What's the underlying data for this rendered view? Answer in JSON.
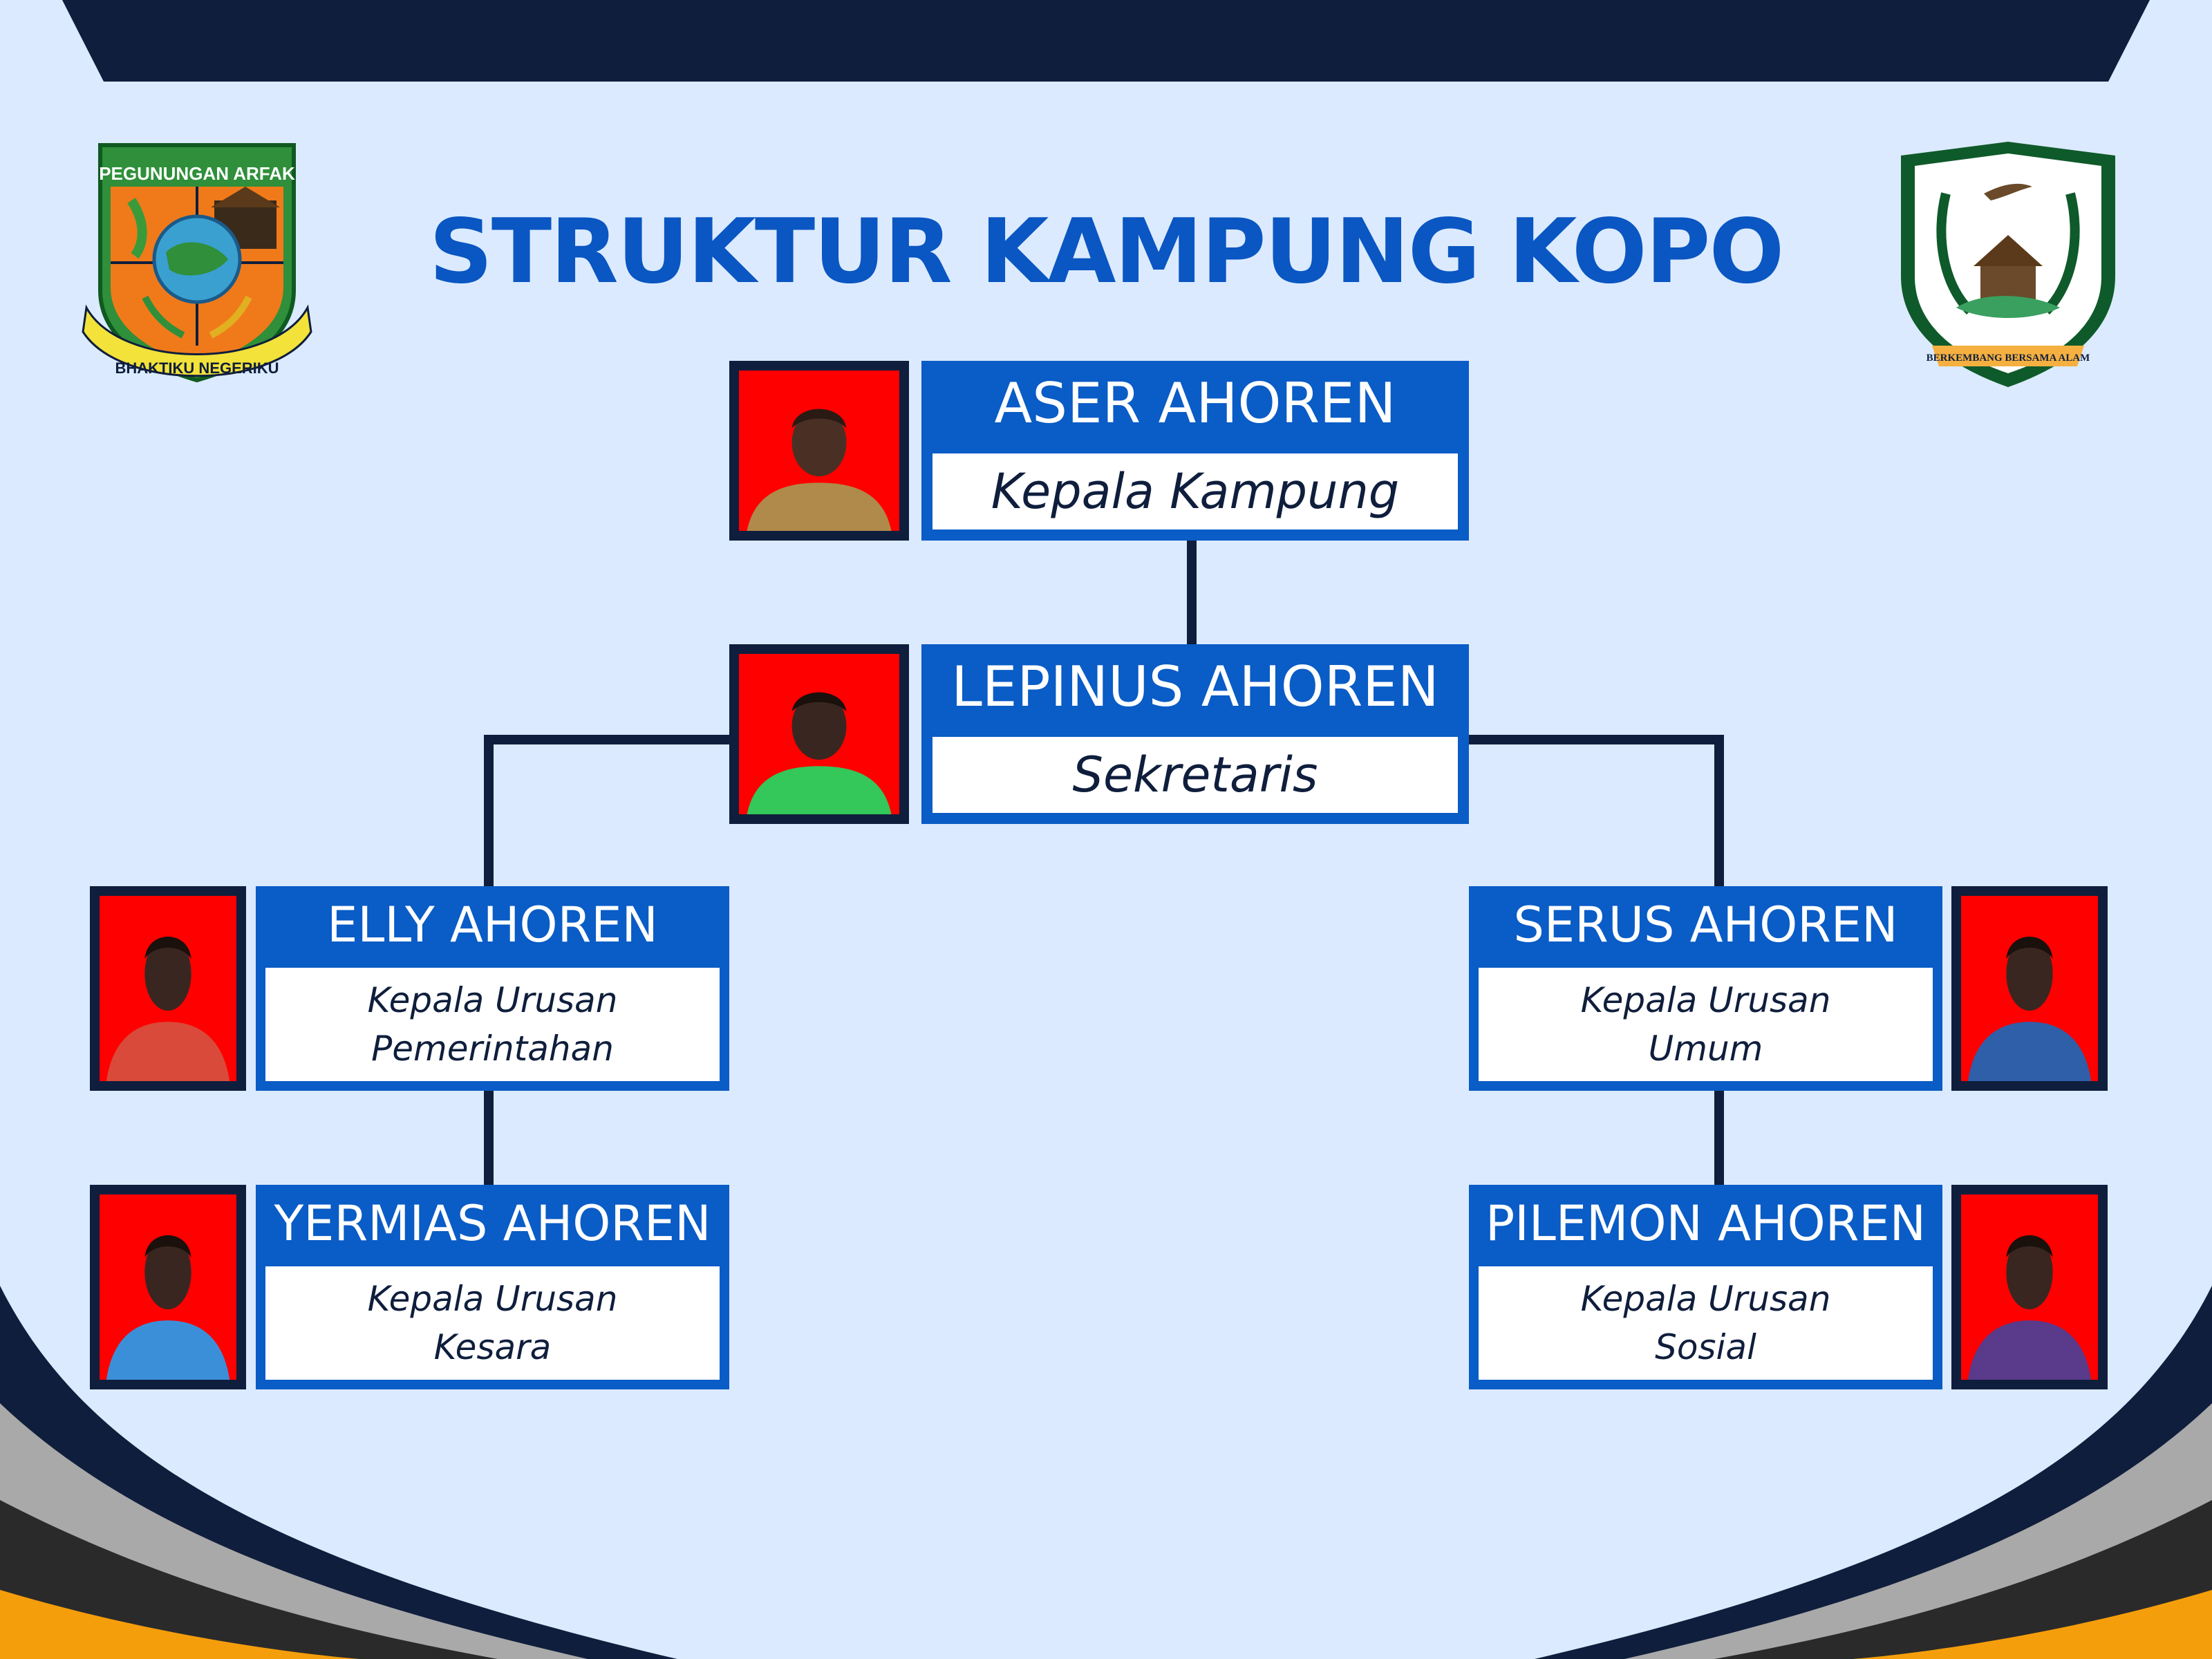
{
  "title": "STRUKTUR KAMPUNG KOPO",
  "logos": {
    "left": {
      "top_text": "PEGUNUNGAN ARFAK",
      "ribbon_text": "BHAKTIKU NEGERIKU"
    },
    "right": {
      "ribbon_text": "BERKEMBANG BERSAMA ALAM"
    }
  },
  "colors": {
    "background": "#dbeafe",
    "navy": "#0f1e3c",
    "card_blue": "#0a5cc6",
    "title_blue": "#0a56c2",
    "photo_bg": "#ff0000",
    "accent_orange": "#f59e0b"
  },
  "org": {
    "head": {
      "name": "ASER AHOREN",
      "role_lines": [
        "Kepala Kampung"
      ],
      "shirt_color": "#b08a4a"
    },
    "secretary": {
      "name": "LEPINUS AHOREN",
      "role_lines": [
        "Sekretaris"
      ],
      "shirt_color": "#34c759"
    },
    "left_1": {
      "name": "ELLY AHOREN",
      "role_lines": [
        "Kepala Urusan",
        "Pemerintahan"
      ],
      "shirt_color": "#d94a3a"
    },
    "left_2": {
      "name": "YERMIAS AHOREN",
      "role_lines": [
        "Kepala Urusan",
        "Kesara"
      ],
      "shirt_color": "#3b8fd9"
    },
    "right_1": {
      "name": "SERUS AHOREN",
      "role_lines": [
        "Kepala Urusan",
        "Umum"
      ],
      "shirt_color": "#2f5fa8"
    },
    "right_2": {
      "name": "PILEMON AHOREN",
      "role_lines": [
        "Kepala Urusan",
        "Sosial"
      ],
      "shirt_color": "#5a3a8a"
    }
  }
}
